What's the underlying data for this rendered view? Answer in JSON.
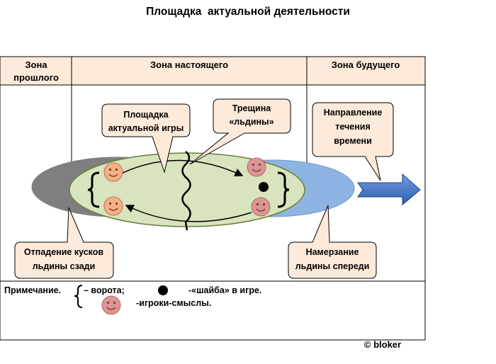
{
  "title": "Площадка  актуальной деятельности",
  "zones": {
    "past": [
      "Зона",
      "прошлого"
    ],
    "present": "Зона настоящего",
    "future": "Зона будущего"
  },
  "callouts": {
    "platform": [
      "Площадка",
      "актуальной игры"
    ],
    "crack": [
      "Трещина",
      "«льдины»"
    ],
    "direction": [
      "Направление",
      "течения",
      "времени"
    ],
    "falling": [
      "Отпадение кусков",
      "льдины сзади"
    ],
    "freezing": [
      "Намерзание",
      "льдины спереди"
    ]
  },
  "legend": {
    "note": "Примечание.",
    "gates": "– ворота;",
    "puck": "-«шайба» в игре.",
    "players": "-игроки-смыслы."
  },
  "copyright": "© bloker",
  "colors": {
    "header_fill": "#fdeada",
    "callout_fill": "#fdeada",
    "ellipse_main": "#d7e4bd",
    "ellipse_back": "#7f7f7f",
    "ellipse_front": "#8eb4e3",
    "arrow": "#4472c4",
    "smiley_orange": "#f4b183",
    "smiley_pink": "#d99694"
  },
  "icons": [
    "smiley-icon",
    "puck-icon",
    "gate-bracket-icon",
    "time-arrow-icon",
    "crack-line-icon"
  ]
}
